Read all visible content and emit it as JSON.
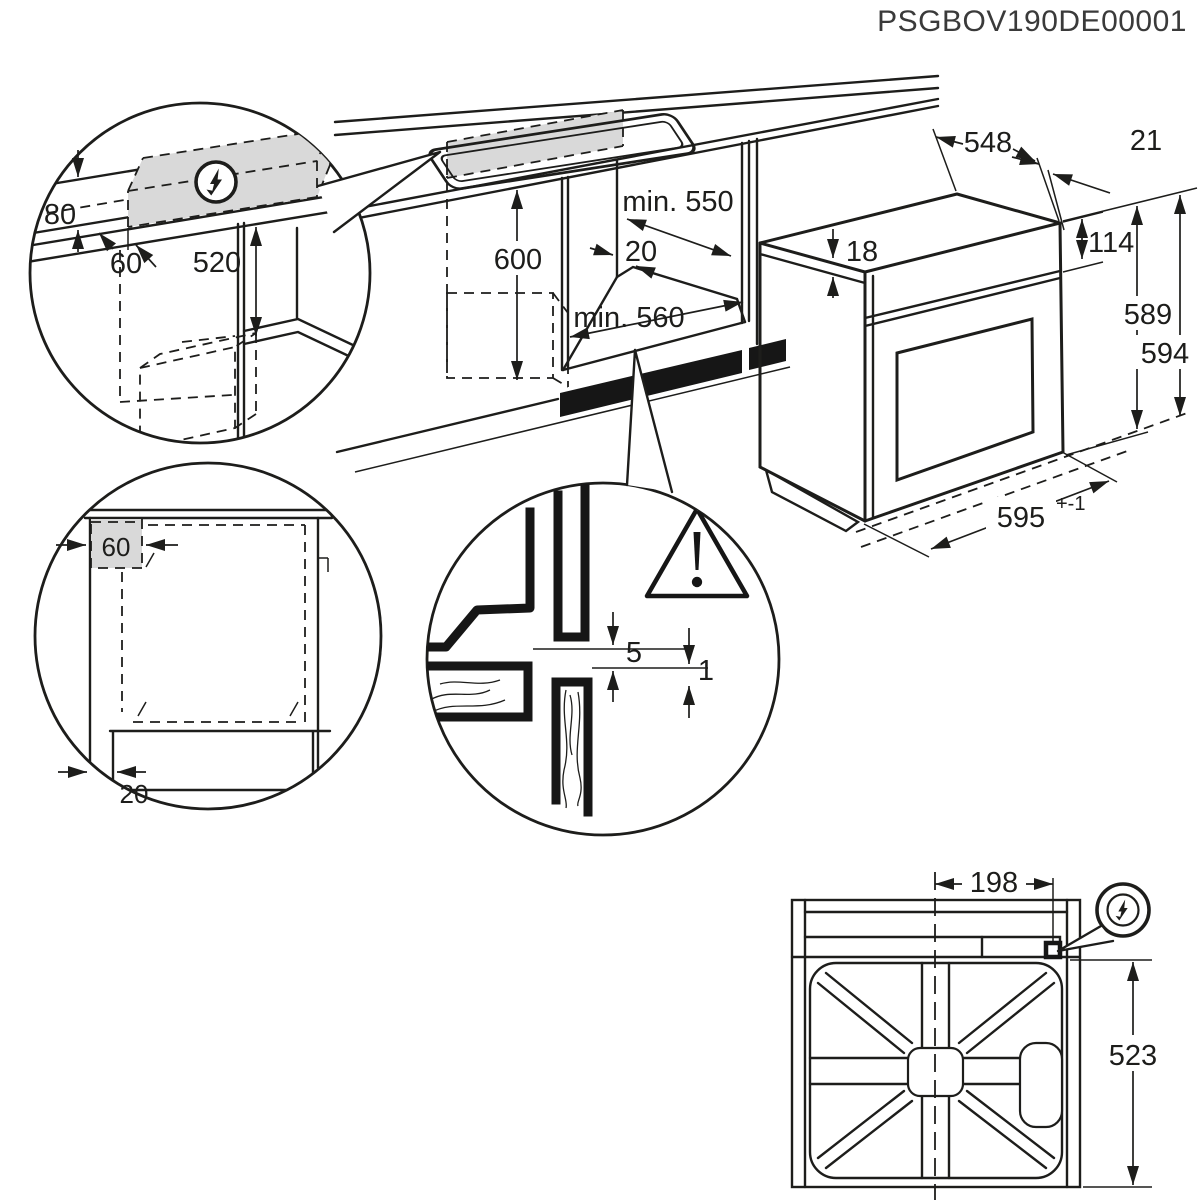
{
  "title": "PSGBOV190DE00001",
  "colors": {
    "line": "#1d1d1b",
    "shade": "#d9d9d9",
    "black_fill": "#161616",
    "background": "#ffffff"
  },
  "icons": {
    "electric": "flash-in-circle",
    "warning": "exclamation-triangle"
  },
  "views": {
    "hob_connection_detail": {
      "dims": {
        "wall_clearance": "80",
        "zone_depth": "60",
        "drop_height": "520"
      }
    },
    "niche": {
      "dims": {
        "height": "600",
        "depth_min": "min. 550",
        "rear_clearance": "20",
        "width_min": "min. 560"
      }
    },
    "oven": {
      "dims": {
        "depth": "548",
        "front_overhang": "21",
        "top_inset": "18",
        "panel_height": "114",
        "body_height": "589",
        "overall_height": "594",
        "width": "595",
        "width_tolerance": "+-1"
      }
    },
    "side_section_detail": {
      "dims": {
        "corner_zone": "60",
        "front_gap": "20"
      }
    },
    "front_gap_detail": {
      "dims": {
        "upper_gap": "5",
        "lower_gap": "1"
      }
    },
    "rear_view": {
      "dims": {
        "connection_offset": "198",
        "rear_height": "523"
      }
    }
  }
}
